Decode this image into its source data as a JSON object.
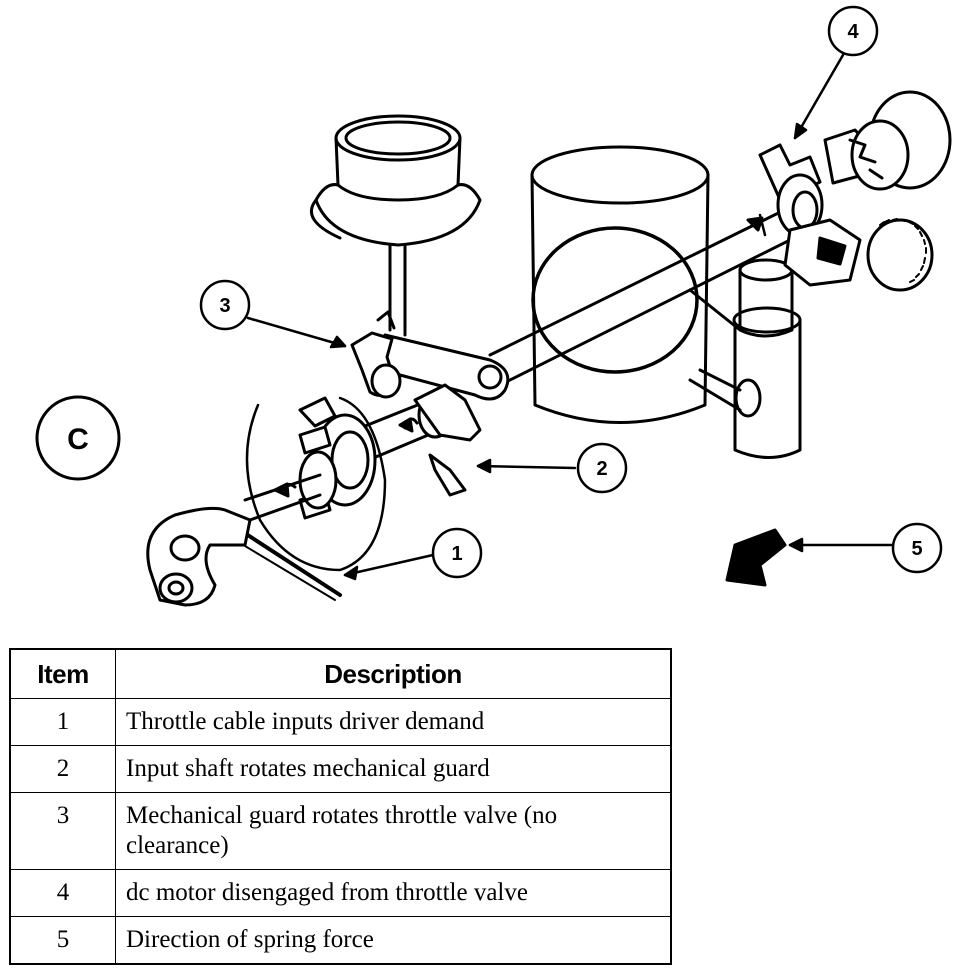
{
  "figure": {
    "view_label": "C",
    "callouts": [
      "1",
      "2",
      "3",
      "4",
      "5"
    ]
  },
  "table": {
    "headers": {
      "item": "Item",
      "description": "Description"
    },
    "rows": [
      {
        "item": "1",
        "description": "Throttle cable inputs driver demand"
      },
      {
        "item": "2",
        "description": "Input shaft rotates mechanical guard"
      },
      {
        "item": "3",
        "description": "Mechanical guard rotates throttle valve (no clearance)"
      },
      {
        "item": "4",
        "description": "dc motor disengaged from throttle valve"
      },
      {
        "item": "5",
        "description": "Direction of spring force"
      }
    ]
  }
}
